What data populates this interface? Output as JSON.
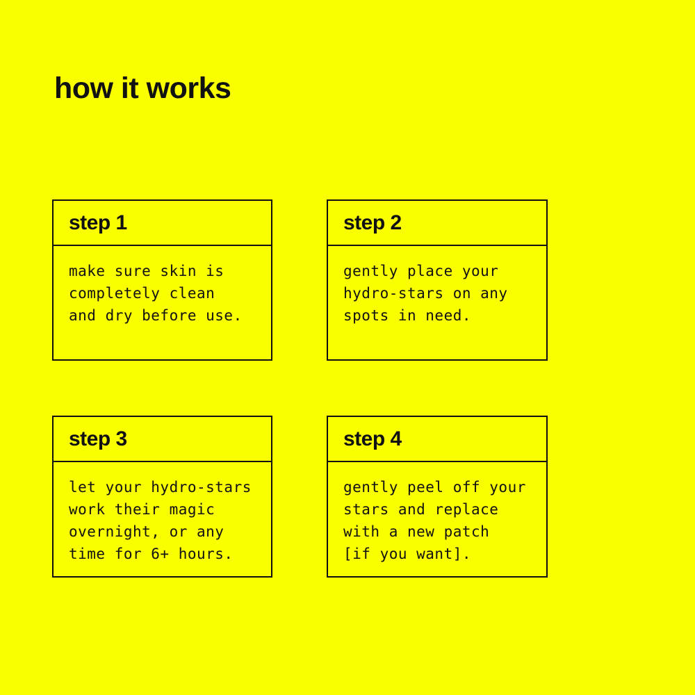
{
  "page": {
    "title": "how it works",
    "background_color": "#FAFF00",
    "text_color": "#111111",
    "border_color": "#111111"
  },
  "steps": [
    {
      "title": "step 1",
      "body": "make sure skin is\ncompletely clean\nand dry before use."
    },
    {
      "title": "step 2",
      "body": "gently place your\nhydro-stars on any\nspots in need."
    },
    {
      "title": "step 3",
      "body": "let your hydro-stars\nwork their magic\novernight, or any\ntime for 6+ hours."
    },
    {
      "title": "step 4",
      "body": "gently peel off your\nstars and replace\nwith a new patch\n[if you want]."
    }
  ]
}
